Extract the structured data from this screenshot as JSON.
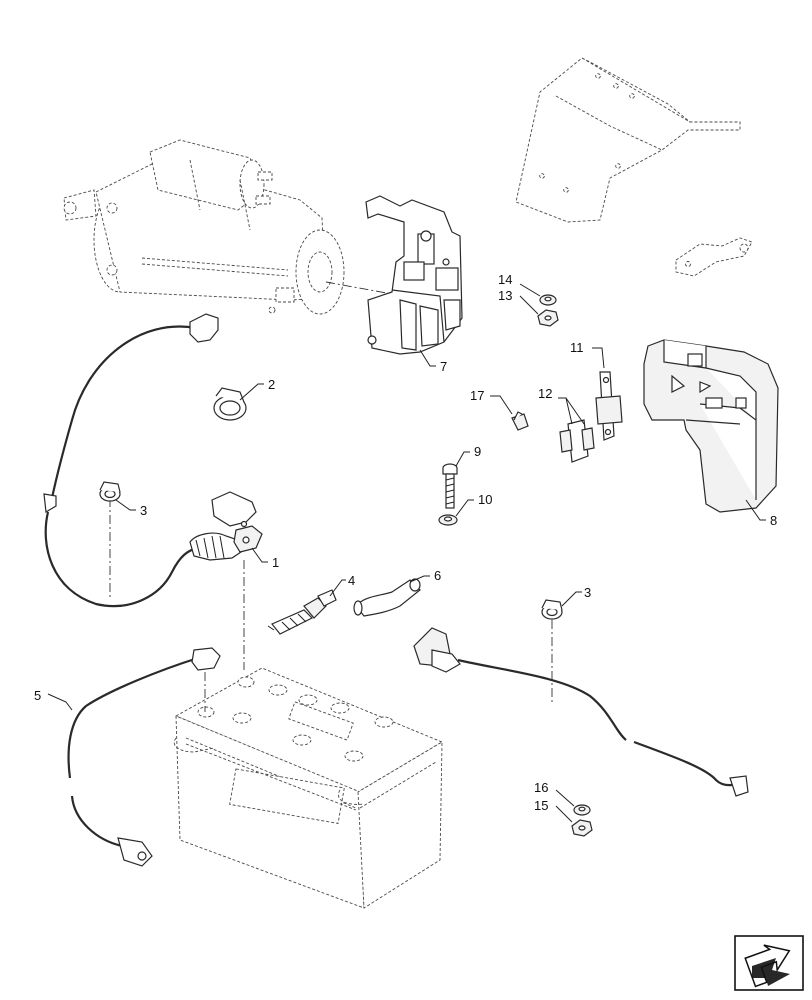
{
  "callouts": [
    {
      "id": "c1",
      "label": "1"
    },
    {
      "id": "c2",
      "label": "2"
    },
    {
      "id": "c3a",
      "label": "3"
    },
    {
      "id": "c3b",
      "label": "3"
    },
    {
      "id": "c4",
      "label": "4"
    },
    {
      "id": "c5",
      "label": "5"
    },
    {
      "id": "c6",
      "label": "6"
    },
    {
      "id": "c7",
      "label": "7"
    },
    {
      "id": "c8",
      "label": "8"
    },
    {
      "id": "c9",
      "label": "9"
    },
    {
      "id": "c10",
      "label": "10"
    },
    {
      "id": "c11",
      "label": "11"
    },
    {
      "id": "c12",
      "label": "12"
    },
    {
      "id": "c13",
      "label": "13"
    },
    {
      "id": "c14",
      "label": "14"
    },
    {
      "id": "c15",
      "label": "15"
    },
    {
      "id": "c16",
      "label": "16"
    },
    {
      "id": "c17",
      "label": "17"
    }
  ],
  "icons": {
    "nav_arrow": "arrow-return-icon"
  }
}
